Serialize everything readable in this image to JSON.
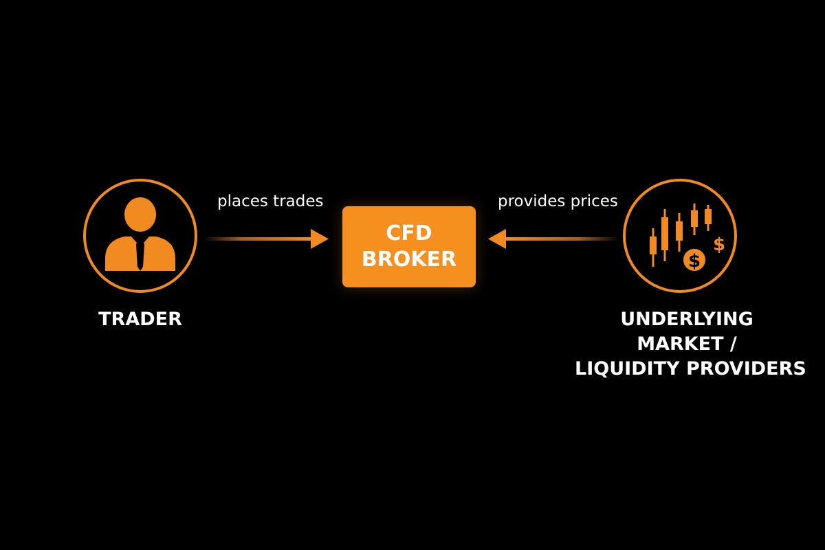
{
  "colors": {
    "background": "#000000",
    "accent": "#f28a22",
    "box": "#f5901e",
    "text": "#ffffff"
  },
  "nodes": {
    "trader": {
      "label": "TRADER",
      "icon": "businessman-icon"
    },
    "broker": {
      "lines": [
        "CFD",
        "BROKER"
      ]
    },
    "market": {
      "lines": [
        "UNDERLYING",
        "MARKET /",
        "LIQUIDITY PROVIDERS"
      ],
      "icon": "candlestick-dollar-icon"
    }
  },
  "edges": {
    "trader_to_broker": {
      "label": "places trades"
    },
    "market_to_broker": {
      "label": "provides prices"
    }
  }
}
